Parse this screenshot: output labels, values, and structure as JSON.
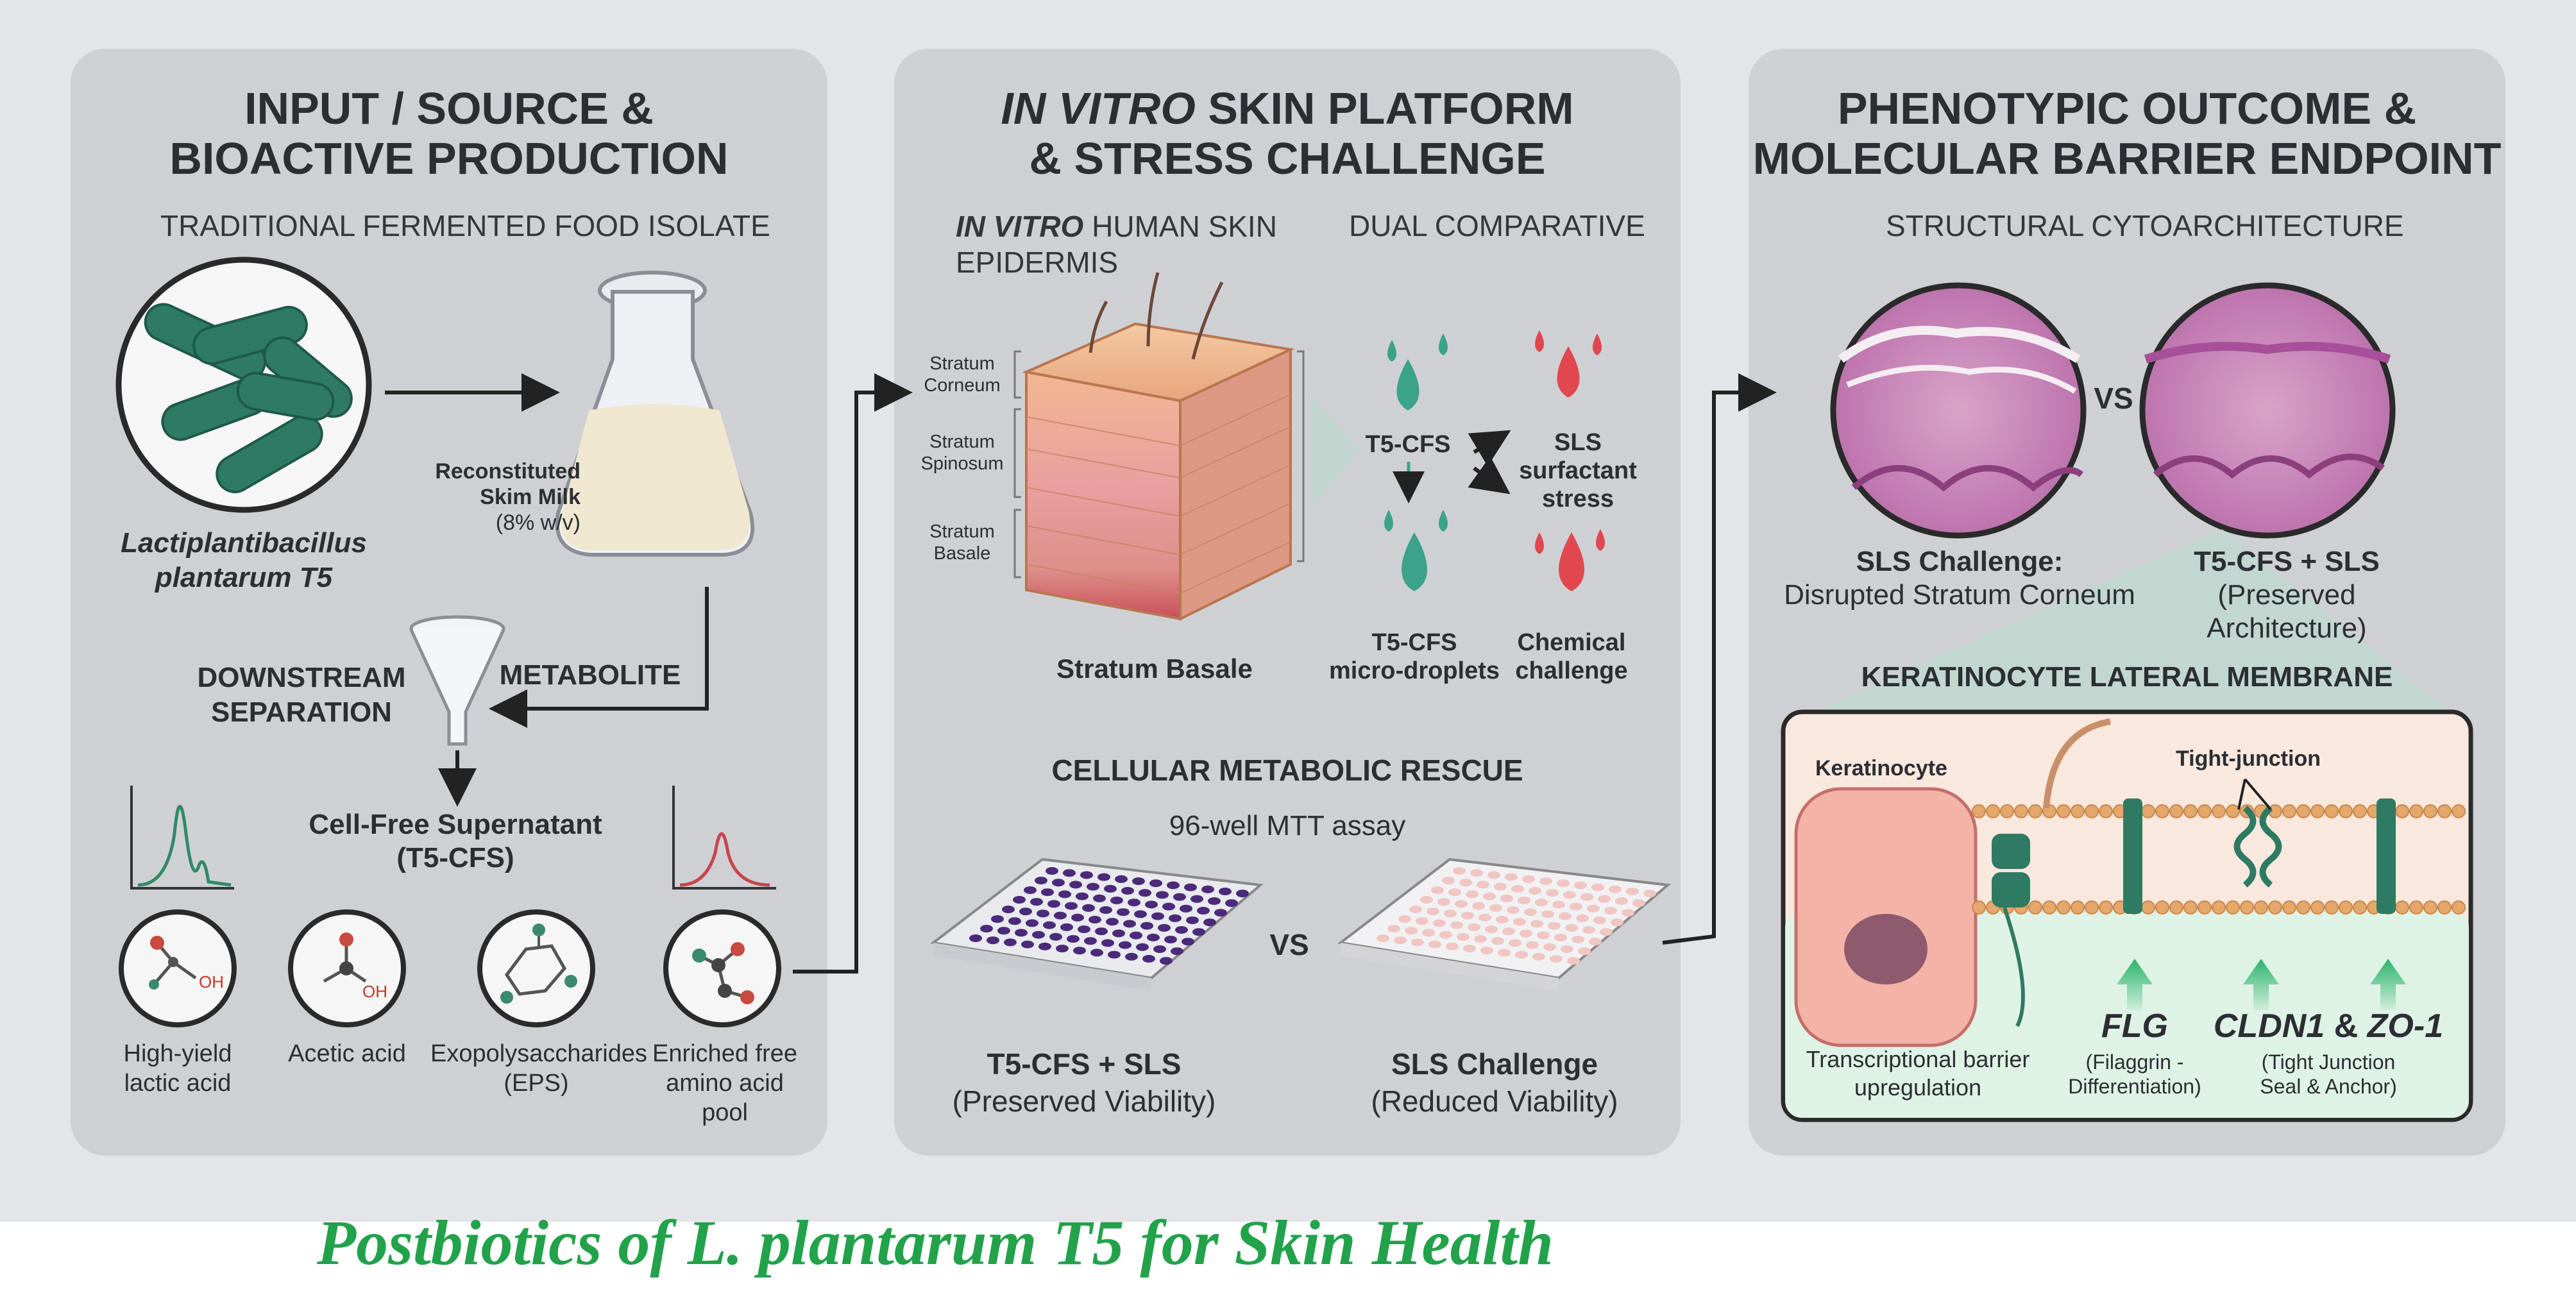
{
  "panel1": {
    "title_line1": "INPUT / SOURCE &",
    "title_line2": "BIOACTIVE PRODUCTION",
    "subtitle": "TRADITIONAL FERMENTED FOOD ISOLATE",
    "organism_line1": "Lactiplantibacillus",
    "organism_line2": "plantarum T5",
    "milk_line1": "Reconstituted",
    "milk_line2": "Skim Milk",
    "milk_line3": "(8% w/v)",
    "downstream_line1": "DOWNSTREAM",
    "downstream_line2": "SEPARATION",
    "metabolite": "METABOLITE",
    "cfs_line1": "Cell-Free Supernatant",
    "cfs_line2": "(T5-CFS)",
    "molecules": [
      {
        "line1": "High-yield",
        "line2": "lactic acid"
      },
      {
        "line1": "Acetic acid",
        "line2": ""
      },
      {
        "line1": "Exopolysaccharides",
        "line2": "(EPS)"
      },
      {
        "line1": "Enriched free",
        "line2": "amino acid pool"
      }
    ]
  },
  "panel2": {
    "title_line1_italic": "IN VITRO",
    "title_line1_rest": " SKIN PLATFORM",
    "title_line2": "& STRESS CHALLENGE",
    "skin_sub_italic": "IN VITRO",
    "skin_sub_rest": " HUMAN SKIN",
    "skin_sub_line2": "EPIDERMIS",
    "dual": "DUAL COMPARATIVE",
    "layers": [
      {
        "line1": "Stratum",
        "line2": "Corneum"
      },
      {
        "line1": "Stratum",
        "line2": "Spinosum"
      },
      {
        "line1": "Stratum",
        "line2": "Basale"
      }
    ],
    "basale_caption": "Stratum Basale",
    "t5cfs": "T5-CFS",
    "sls_line1": "SLS",
    "sls_line2": "surfactant",
    "sls_line3": "stress",
    "droplets_line1": "T5-CFS",
    "droplets_line2": "micro-droplets",
    "chem_line1": "Chemical",
    "chem_line2": "challenge",
    "rescue": "CELLULAR METABOLIC RESCUE",
    "mtt": "96-well MTT assay",
    "vs": "VS",
    "plate_left_line1": "T5-CFS + SLS",
    "plate_left_line2": "(Preserved Viability)",
    "plate_right_line1": "SLS Challenge",
    "plate_right_line2": "(Reduced Viability)"
  },
  "panel3": {
    "title_line1": "PHENOTYPIC OUTCOME &",
    "title_line2": "MOLECULAR BARRIER ENDPOINT",
    "subtitle": "STRUCTURAL CYTOARCHITECTURE",
    "vs": "VS",
    "left_line1": "SLS Challenge:",
    "left_line2": "Disrupted Stratum Corneum",
    "right_line1": "T5-CFS + SLS",
    "right_line2": "(Preserved Architecture)",
    "membrane_title": "KERATINOCYTE LATERAL MEMBRANE",
    "keratinocyte": "Keratinocyte",
    "tight_junction": "Tight-junction",
    "transcription_line1": "Transcriptional barrier",
    "transcription_line2": "upregulation",
    "flg": "FLG",
    "flg_desc_line1": "(Filaggrin -",
    "flg_desc_line2": "Differentiation)",
    "cldn": "CLDN1",
    "amp": " & ",
    "zo": "ZO-1",
    "cldn_desc_line1": "(Tight Junction",
    "cldn_desc_line2": "Seal & Anchor)"
  },
  "footer": "Postbiotics of L. plantarum T5 for Skin Health",
  "colors": {
    "bacteria": "#2f7a63",
    "droplet_green": "#3aa38a",
    "droplet_red": "#e0474f",
    "footer": "#22a24a",
    "plate_purple": "#4b2a7a"
  }
}
